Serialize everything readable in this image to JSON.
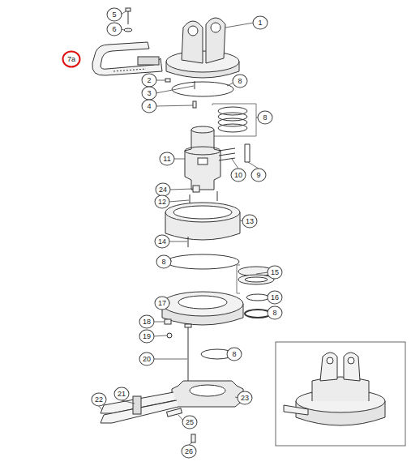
{
  "diagram": {
    "labels": [
      "5",
      "6",
      "7a",
      "1",
      "2",
      "3",
      "4",
      "8",
      "8",
      "11",
      "10",
      "9",
      "24",
      "12",
      "13",
      "14",
      "8",
      "15",
      "17",
      "16",
      "8",
      "18",
      "19",
      "20",
      "8",
      "21",
      "22",
      "23",
      "25",
      "26"
    ]
  }
}
